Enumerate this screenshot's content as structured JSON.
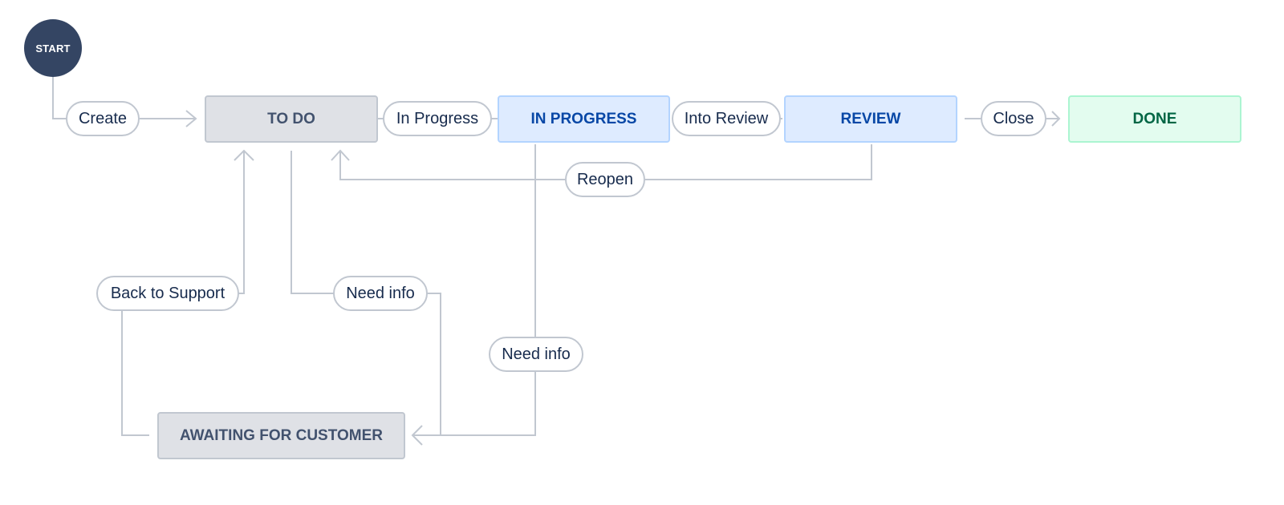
{
  "start": {
    "label": "START"
  },
  "statuses": {
    "todo": "TO DO",
    "in_progress": "IN PROGRESS",
    "review": "REVIEW",
    "done": "DONE",
    "awaiting": "AWAITING FOR CUSTOMER"
  },
  "transitions": {
    "create": "Create",
    "in_progress": "In Progress",
    "into_review": "Into Review",
    "close": "Close",
    "reopen": "Reopen",
    "back_to_support": "Back to Support",
    "need_info_todo": "Need info",
    "need_info_progress": "Need info"
  },
  "colors": {
    "start_bg": "#344563",
    "grey_status_bg": "#dfe1e6",
    "blue_status_bg": "#deebff",
    "blue_status_text": "#0747a6",
    "green_status_bg": "#e3fcef",
    "green_status_text": "#006644",
    "connector": "#c1c7d0"
  }
}
